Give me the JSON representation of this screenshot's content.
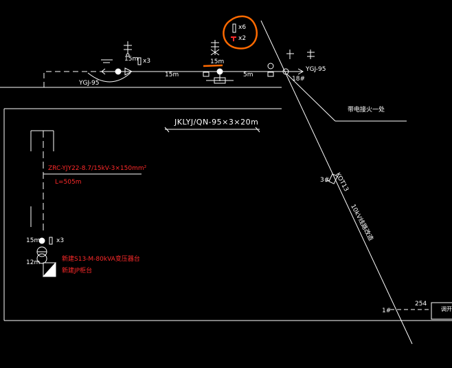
{
  "top_feeder": {
    "mult_left": "x3",
    "span_left": "15m",
    "span_a": "15m",
    "span_b": "15m",
    "span_c": "5m",
    "mult_circle_a": "x6",
    "mult_circle_b": "x2",
    "cable_left": "YGJ-95",
    "cable_right": "YGJ-95",
    "pole_18": "18#"
  },
  "overhead_line_label": "JKLYJ/QN-95×3×20m",
  "annotation_branch": "带电接火一处",
  "switch": {
    "pole": "3#",
    "label": "KOT13"
  },
  "diagonal_line_label": "10kV线路改造",
  "pole_1": "1#",
  "dist_254": "254",
  "box_right_label": "调开关",
  "cable_red": "ZRC-YJY22-8.7/15kV-3×150mm²",
  "cable_length": "L=505m",
  "transformer": {
    "span": "15m",
    "mult": "x3",
    "height": "12m",
    "label_1": "新建S13-M-80kVA变压器台",
    "label_2": "新建JP柜台"
  },
  "colors": {
    "line": "#ffffff",
    "red_text": "#ff2a2a",
    "circle_highlight": "#ff6a00",
    "background": "#000000"
  }
}
